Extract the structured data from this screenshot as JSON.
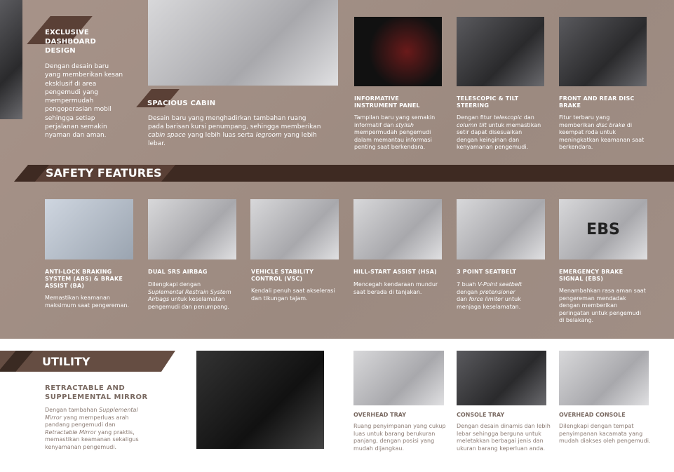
{
  "top": {
    "dashboard": {
      "title": "EXCLUSIVE DASHBOARD DESIGN",
      "text": "Dengan desain baru yang memberikan kesan eksklusif di area pengemudi yang mempermudah pengoperasian mobil sehingga setiap perjalanan semakin nyaman dan aman."
    },
    "cabin": {
      "title": "SPACIOUS CABIN",
      "text1": "Desain baru yang menghadirkan tambahan ruang pada barisan kursi penumpang, sehingga memberikan ",
      "em1": "cabin space",
      "text2": " yang lebih luas serta ",
      "em2": "legroom",
      "text3": " yang lebih lebar."
    },
    "instrument": {
      "title": "INFORMATIVE INSTRUMENT PANEL",
      "text1": "Tampilan baru yang semakin informatif dan ",
      "em1": "stylish",
      "text2": " mempermudah pengemudi dalam memantau informasi penting saat berkendara."
    },
    "steering": {
      "title": "TELESCOPIC & TILT STEERING",
      "text1": "Dengan fitur ",
      "em1": "telescopic",
      "text2": " dan ",
      "em2": "column tilt",
      "text3": " untuk memastikan setir dapat disesuaikan dengan keinginan dan kenyamanan pengemudi."
    },
    "brake": {
      "title": "FRONT AND REAR DISC BRAKE",
      "text1": "Fitur terbaru yang memberikan ",
      "em1": "disc brake",
      "text2": " di keempat roda untuk meningkatkan keamanan saat berkendara."
    }
  },
  "safety": {
    "heading": "SAFETY FEATURES",
    "abs": {
      "title": "ANTI-LOCK BRAKING SYSTEM (ABS) & BRAKE ASSIST (BA)",
      "text": "Memastikan keamanan maksimum saat pengereman."
    },
    "airbag": {
      "title": "DUAL SRS AIRBAG",
      "text1": "Dilengkapi dengan ",
      "em1": "Suplemental Restrain System Airbags",
      "text2": " untuk keselamatan pengemudi dan penumpang."
    },
    "vsc": {
      "title": "VEHICLE STABILITY CONTROL (VSC)",
      "text": "Kendali penuh saat akselerasi dan tikungan tajam."
    },
    "hsa": {
      "title": "HILL-START ASSIST (HSA)",
      "text": "Mencegah kendaraan mundur saat berada di tanjakan."
    },
    "seatbelt": {
      "title": "3 POINT SEATBELT",
      "text1": "7 buah ",
      "em1": "V-Point seatbelt",
      "text2": " dengan ",
      "em2": "pretensioner",
      "text3": " dan ",
      "em3": "force limiter",
      "text4": " untuk menjaga keselamatan."
    },
    "ebs": {
      "title": "EMERGENCY BRAKE SIGNAL (EBS)",
      "text": "Menambahkan rasa aman saat pengereman mendadak dengan memberikan peringatan untuk pengemudi di belakang.",
      "image_label": "EBS"
    }
  },
  "utility": {
    "heading": "UTILITY",
    "mirror": {
      "title": "RETRACTABLE AND SUPPLEMENTAL MIRROR",
      "text1": "Dengan tambahan ",
      "em1": "Supplemental Mirror",
      "text2": " yang memperluas arah pandang pengemudi dan ",
      "em2": "Retractable Mirror",
      "text3": " yang praktis, memastikan keamanan sekaligus kenyamanan pengemudi."
    },
    "overhead_tray": {
      "title": "OVERHEAD TRAY",
      "text": "Ruang penyimpanan yang cukup luas untuk barang berukuran panjang, dengan posisi yang mudah dijangkau."
    },
    "console_tray": {
      "title": "CONSOLE TRAY",
      "text": "Dengan desain dinamis dan lebih lebar sehingga berguna untuk meletakkan berbagai jenis dan ukuran barang keperluan anda."
    },
    "overhead_console": {
      "title": "OVERHEAD CONSOLE",
      "text": "Dilengkapi dengan tempat penyimpanan kacamata yang mudah diakses oleh pengemudi."
    }
  }
}
